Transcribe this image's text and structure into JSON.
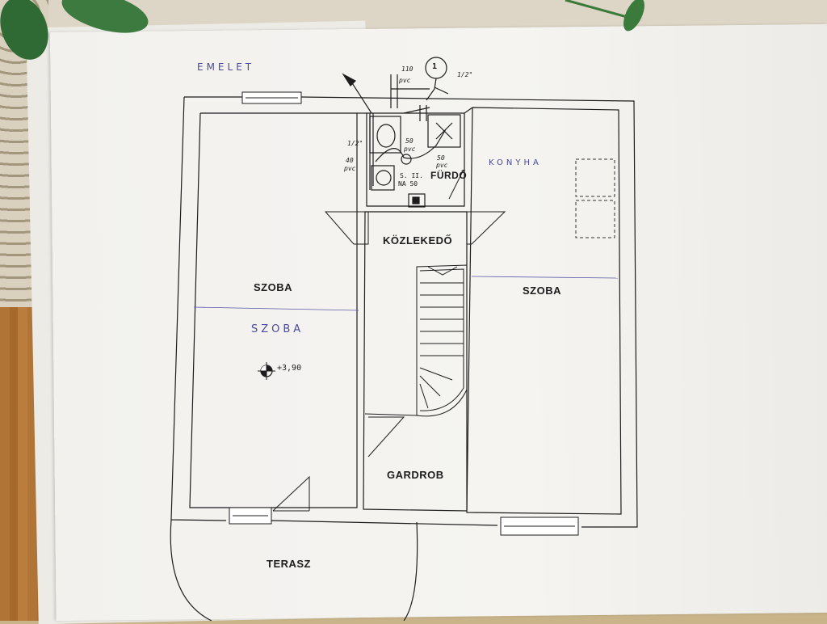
{
  "plan": {
    "floor_label": "EMELET",
    "rooms": {
      "room_left_printed": "SZOBA",
      "room_left_handwritten": "SZOBA",
      "bathroom": "FÜRDŐ",
      "kitchen_handwritten": "KONYHA",
      "hallway": "KÖZLEKEDŐ",
      "room_right_printed": "SZOBA",
      "wardrobe": "GARDROB",
      "terrace": "TERASZ"
    },
    "level_mark": "+3,90",
    "plumbing": {
      "circle_number": "1",
      "pipe_110": "110",
      "pvc_a": "pvc",
      "pipe_half_inch_top": "1/2\"",
      "pipe_half_inch_left": "1/2\"",
      "pipe_50_a": "50",
      "pvc_b": "pvc",
      "pipe_50_b": "50",
      "pvc_c": "pvc",
      "pipe_40": "40",
      "pvc_d": "pvc",
      "code_1": "S. II.",
      "code_2": "NA 50"
    }
  },
  "colors": {
    "ink": "#1d1d1d",
    "pen": "#4b4a9a",
    "paper": "#f4f3f0"
  }
}
